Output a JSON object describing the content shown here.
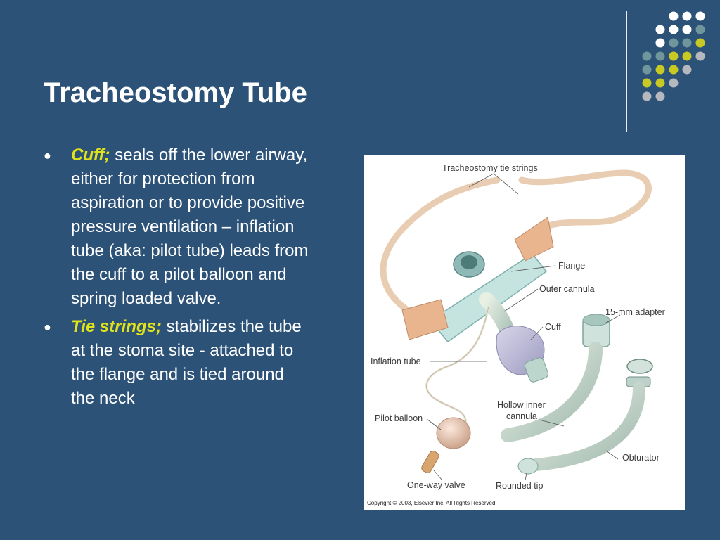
{
  "slide": {
    "title": "Tracheostomy Tube",
    "bullets": [
      {
        "term": "Cuff;",
        "text": " seals off the lower airway, either for protection from aspiration or to provide positive pressure ventilation – inflation tube (aka: pilot tube) leads from the cuff to a pilot balloon and spring loaded valve."
      },
      {
        "term": "Tie strings;",
        "text": " stabilizes the tube at the stoma site - attached to the flange and is tied around the neck"
      }
    ]
  },
  "figure": {
    "labels": {
      "tie_strings": "Tracheostomy tie strings",
      "flange": "Flange",
      "outer_cannula": "Outer cannula",
      "adapter": "15-mm adapter",
      "cuff": "Cuff",
      "inflation_tube": "Inflation tube",
      "hollow_inner_cannula_1": "Hollow inner",
      "hollow_inner_cannula_2": "cannula",
      "pilot_balloon": "Pilot balloon",
      "obturator": "Obturator",
      "one_way_valve": "One-way valve",
      "rounded_tip": "Rounded tip"
    },
    "copyright": "Copyright © 2003, Elsevier Inc. All Rights Reserved."
  },
  "colors": {
    "background": "#2c5278",
    "accent_yellow": "#e0e21b",
    "dot_white": "#ffffff",
    "dot_teal": "#6f979b",
    "dot_yellow": "#c9c924",
    "dot_gray": "#b5b8bd"
  }
}
